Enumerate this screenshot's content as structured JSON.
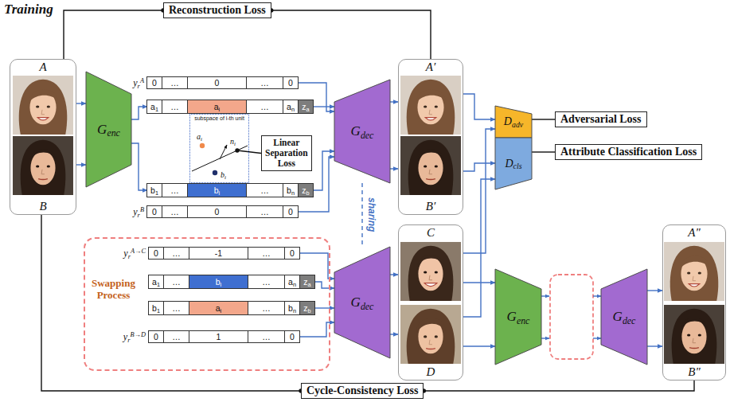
{
  "diagram": {
    "title": "Training",
    "nodes": [
      {
        "text": [
          "A",
          "B"
        ]
      },
      {
        "text": [
          "Genc"
        ]
      },
      {
        "text": [
          "a1",
          "…",
          "ai",
          "…",
          "an",
          "za"
        ]
      },
      {
        "text": [
          "b1",
          "…",
          "bi",
          "…",
          "bn",
          "zb"
        ]
      },
      {
        "text": [
          "yrA",
          "0",
          "…",
          "0",
          "…",
          "0"
        ]
      },
      {
        "text": [
          "yrB",
          "0",
          "…",
          "0",
          "…",
          "0"
        ]
      },
      {
        "text": [
          "subspace of i-th unit",
          "ai",
          "ni",
          "bi"
        ]
      },
      {
        "text": [
          "Linear Separation Loss"
        ]
      },
      {
        "text": [
          "Gdec"
        ]
      },
      {
        "text": [
          "A′",
          "B′"
        ]
      },
      {
        "text": [
          "Dadv"
        ]
      },
      {
        "text": [
          "Dcls"
        ]
      },
      {
        "text": [
          "Adversarial Loss"
        ]
      },
      {
        "text": [
          "Attribute Classification Loss"
        ]
      },
      {
        "text": [
          "Reconstruction Loss"
        ]
      },
      {
        "text": [
          "Swapping Process"
        ]
      },
      {
        "text": [
          "yrA→C",
          "0",
          "…",
          "-1",
          "…",
          "0"
        ],
        "in": 15
      },
      {
        "text": [
          "a1",
          "…",
          "bi",
          "…",
          "an",
          "za"
        ],
        "in": 15
      },
      {
        "text": [
          "b1",
          "…",
          "ai",
          "…",
          "bn",
          "zb"
        ],
        "in": 15
      },
      {
        "text": [
          "yrB→D",
          "0",
          "…",
          "1",
          "…",
          "0"
        ],
        "in": 15
      },
      {
        "text": [
          "Gdec"
        ]
      },
      {
        "text": [
          "C",
          "D"
        ]
      },
      {
        "text": [
          "Genc"
        ]
      },
      {
        "text": [
          "Gdec"
        ]
      },
      {
        "text": [
          "A″",
          "B″"
        ]
      },
      {
        "text": [
          "Cycle-Consistency Loss"
        ]
      }
    ],
    "edges": [
      {
        "from": 0,
        "to": 1,
        "arrow": "to"
      },
      {
        "from": 0,
        "to": 1,
        "arrow": "to"
      },
      {
        "from": 1,
        "to": 2,
        "arrow": "to"
      },
      {
        "from": 1,
        "to": 3,
        "arrow": "to"
      },
      {
        "from": 4,
        "to": 8,
        "arrow": "to"
      },
      {
        "from": 2,
        "to": 8,
        "arrow": "to"
      },
      {
        "from": 3,
        "to": 8,
        "arrow": "to"
      },
      {
        "from": 5,
        "to": 8,
        "arrow": "to"
      },
      {
        "from": 7,
        "to": 6,
        "arrow": "none"
      },
      {
        "from": 8,
        "to": 9,
        "arrow": "to"
      },
      {
        "from": 8,
        "to": 9,
        "arrow": "to"
      },
      {
        "from": 8,
        "to": 20,
        "label": "sharing",
        "arrow": "none"
      },
      {
        "from": 9,
        "to": 10,
        "arrow": "to"
      },
      {
        "from": 9,
        "to": 11,
        "arrow": "to"
      },
      {
        "from": 21,
        "to": 10,
        "arrow": "to"
      },
      {
        "from": 21,
        "to": 11,
        "arrow": "to"
      },
      {
        "from": 10,
        "to": 12,
        "arrow": "none"
      },
      {
        "from": 11,
        "to": 13,
        "arrow": "none"
      },
      {
        "from": 0,
        "to": 14,
        "arrow": "none"
      },
      {
        "from": 9,
        "to": 14,
        "arrow": "none"
      },
      {
        "from": 16,
        "to": 20,
        "arrow": "to"
      },
      {
        "from": 17,
        "to": 20,
        "arrow": "to"
      },
      {
        "from": 18,
        "to": 20,
        "arrow": "to"
      },
      {
        "from": 19,
        "to": 20,
        "arrow": "to"
      },
      {
        "from": 20,
        "to": 21,
        "arrow": "to"
      },
      {
        "from": 20,
        "to": 21,
        "arrow": "to"
      },
      {
        "from": 21,
        "to": 22,
        "arrow": "to"
      },
      {
        "from": 21,
        "to": 22,
        "arrow": "to"
      },
      {
        "from": 23,
        "to": 24,
        "arrow": "to"
      },
      {
        "from": 23,
        "to": 24,
        "arrow": "to"
      },
      {
        "from": 0,
        "to": 25,
        "arrow": "none"
      },
      {
        "from": 24,
        "to": 25,
        "arrow": "none"
      }
    ]
  }
}
